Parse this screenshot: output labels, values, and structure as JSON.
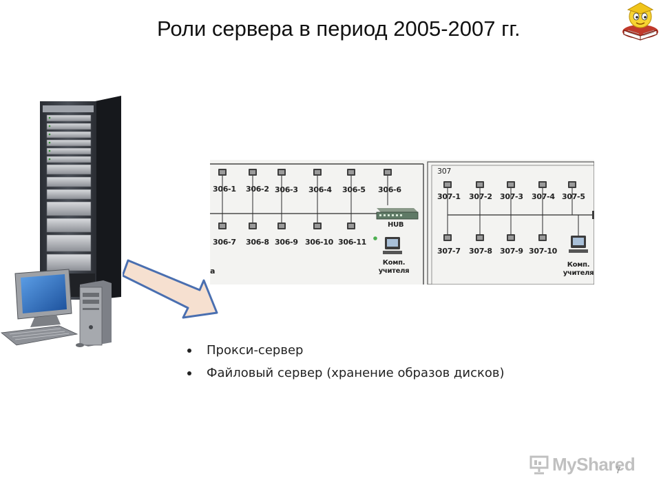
{
  "slide": {
    "title": "Роли сервера в период 2005-2007 гг.",
    "page_number": "7"
  },
  "network_diagram": {
    "room_306": {
      "top_row": [
        "306-1",
        "306-2",
        "306-3",
        "306-4",
        "306-5",
        "306-6"
      ],
      "bottom_row": [
        "306-7",
        "306-8",
        "306-9",
        "306-10",
        "306-11"
      ],
      "hub_label": "HUB",
      "teacher_pc_line1": "Комп.",
      "teacher_pc_line2": "учителя",
      "left_fragment": "а"
    },
    "room_307": {
      "panel_label": "307",
      "top_row": [
        "307-1",
        "307-2",
        "307-3",
        "307-4",
        "307-5"
      ],
      "bottom_row": [
        "307-7",
        "307-8",
        "307-9",
        "307-10"
      ],
      "teacher_pc_line1": "Комп.",
      "teacher_pc_line2": "учителя"
    }
  },
  "bullets": [
    "Прокси-сервер",
    "Файловый сервер (хранение образов дисков)"
  ],
  "watermark": {
    "brand": "MyShared",
    "icon": "presentation-icon"
  },
  "decor": {
    "mascot": "book-reader-icon",
    "server_illustration": "server-rack-icon",
    "arrow": "arrow-right-down-icon",
    "arrow_fill": "#f6e0d0",
    "arrow_stroke": "#4a6fb0"
  }
}
